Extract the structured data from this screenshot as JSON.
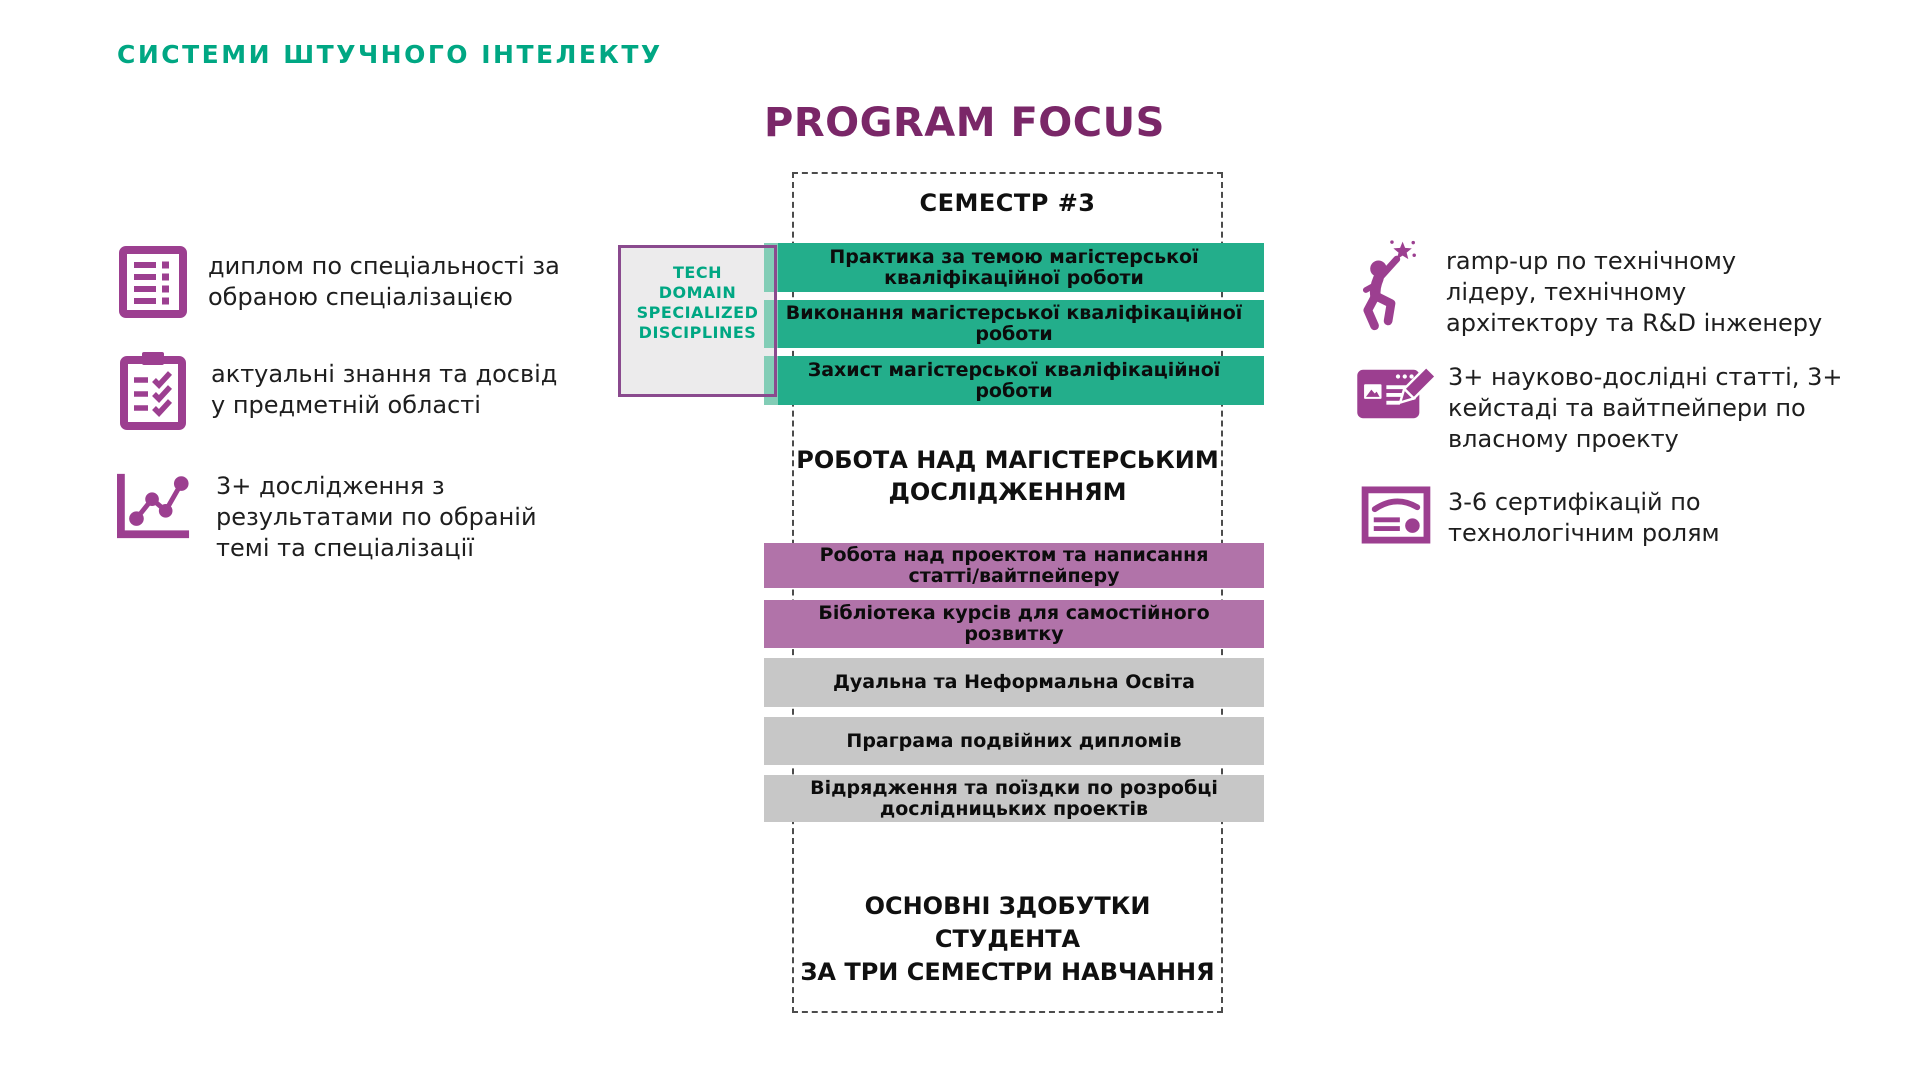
{
  "colors": {
    "brand_teal": "#00A783",
    "title_purple": "#7A2768",
    "icon_purple": "#9C3F90",
    "green_bar": "#23AE8B",
    "green_bar_cap": "#82CDB6",
    "purple_bar": "#B173A9",
    "gray_bar": "#C7C7C7",
    "tech_box_bg": "#ECEBEC",
    "tech_box_border": "#8A4A8E"
  },
  "header": {
    "program_name": "СИСТЕМИ ШТУЧНОГО ІНТЕЛЕКТУ"
  },
  "title": "PROGRAM FOCUS",
  "diagram": {
    "semester_heading": "СЕМЕСТР #3",
    "tech_box_label": "TECH\nDOMAIN\nSPECIALIZED\nDISCIPLINES",
    "green_bars": [
      "Практика за темою магістерської\nкваліфікаційної роботи",
      "Виконання магістерської кваліфікаційної\nроботи",
      "Захист магістерської кваліфікаційної\nроботи"
    ],
    "middle_heading": "РОБОТА НАД МАГІСТЕРСЬКИМ\nДОСЛІДЖЕННЯМ",
    "purple_bars": [
      "Робота над проектом та написання\nстатті/вайтпейперу",
      "Бібліотека курсів для самостійного\nрозвитку"
    ],
    "gray_bars": [
      "Дуальна та Неформальна Освіта",
      "Праграма подвійних дипломів",
      "Відрядження та поїздки по розробці\nдослідницьких проектів"
    ],
    "bottom_heading": "ОСНОВНІ ЗДОБУТКИ СТУДЕНТА\nЗА ТРИ СЕМЕСТРИ НАВЧАННЯ"
  },
  "left_items": [
    {
      "icon": "checklist-icon",
      "text": "диплом по спеціальності за\nобраною спеціалізацією"
    },
    {
      "icon": "clipboard-check-icon",
      "text": "актуальні знання та досвід\nу предметній області"
    },
    {
      "icon": "line-chart-icon",
      "text": "3+ дослідження з\nрезультатами по обраній\nтемі та спеціалізації"
    }
  ],
  "right_items": [
    {
      "icon": "person-star-icon",
      "text": "ramp-up по технічному\nлідеру, технічному\nархітектору та R&D інженеру"
    },
    {
      "icon": "article-pencil-icon",
      "text": "3+ науково-дослідні статті, 3+\nкейстаді та вайтпейпери по\nвласному проекту"
    },
    {
      "icon": "certificate-icon",
      "text": "3-6 сертифікацій по\nтехнологічним ролям"
    }
  ]
}
